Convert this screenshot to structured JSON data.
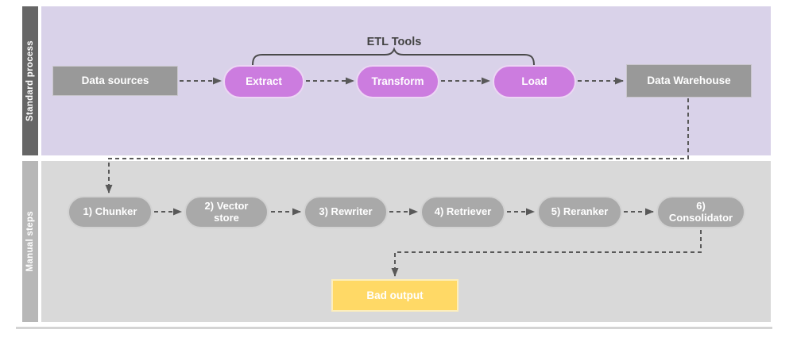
{
  "diagram": {
    "bracket_label": "ETL Tools",
    "lanes": [
      {
        "label": "Standard process",
        "nodes": [
          {
            "id": "data-sources",
            "label": "Data sources",
            "shape": "rect",
            "color": "#999999"
          },
          {
            "id": "extract",
            "label": "Extract",
            "shape": "pill",
            "color": "#cc7cdf"
          },
          {
            "id": "transform",
            "label": "Transform",
            "shape": "pill",
            "color": "#cc7cdf"
          },
          {
            "id": "load",
            "label": "Load",
            "shape": "pill",
            "color": "#cc7cdf"
          },
          {
            "id": "data-warehouse",
            "label": "Data Warehouse",
            "shape": "rect",
            "color": "#999999"
          }
        ]
      },
      {
        "label": "Manual steps",
        "nodes": [
          {
            "id": "chunker",
            "label": "1) Chunker",
            "shape": "pill",
            "color": "#a9a9a9"
          },
          {
            "id": "vector-store",
            "label": "2) Vector store",
            "shape": "pill",
            "color": "#a9a9a9"
          },
          {
            "id": "rewriter",
            "label": "3) Rewriter",
            "shape": "pill",
            "color": "#a9a9a9"
          },
          {
            "id": "retriever",
            "label": "4) Retriever",
            "shape": "pill",
            "color": "#a9a9a9"
          },
          {
            "id": "reranker",
            "label": "5) Reranker",
            "shape": "pill",
            "color": "#a9a9a9"
          },
          {
            "id": "consolidator",
            "label": "6) Consolidator",
            "shape": "pill",
            "color": "#a9a9a9"
          },
          {
            "id": "bad-output",
            "label": "Bad output",
            "shape": "rect",
            "color": "#ffd966"
          }
        ]
      }
    ],
    "edges": [
      {
        "from": "data-sources",
        "to": "extract",
        "style": "dashed"
      },
      {
        "from": "extract",
        "to": "transform",
        "style": "dashed"
      },
      {
        "from": "transform",
        "to": "load",
        "style": "dashed"
      },
      {
        "from": "load",
        "to": "data-warehouse",
        "style": "dashed"
      },
      {
        "from": "data-warehouse",
        "to": "chunker",
        "style": "dashed"
      },
      {
        "from": "chunker",
        "to": "vector-store",
        "style": "dashed"
      },
      {
        "from": "vector-store",
        "to": "rewriter",
        "style": "dashed"
      },
      {
        "from": "rewriter",
        "to": "retriever",
        "style": "dashed"
      },
      {
        "from": "retriever",
        "to": "reranker",
        "style": "dashed"
      },
      {
        "from": "reranker",
        "to": "consolidator",
        "style": "dashed"
      },
      {
        "from": "consolidator",
        "to": "bad-output",
        "style": "dashed"
      }
    ],
    "colors": {
      "lane1_bg": "#d9d2e9",
      "lane1_sidebar": "#666666",
      "lane2_bg": "#d9d9d9",
      "lane2_sidebar": "#b7b7b7",
      "purple_node": "#cc7cdf",
      "gray_rect_node": "#999999",
      "gray_pill_node": "#a9a9a9",
      "yellow_node": "#ffd966",
      "arrow": "#595959",
      "bracket_text": "#434343"
    }
  }
}
